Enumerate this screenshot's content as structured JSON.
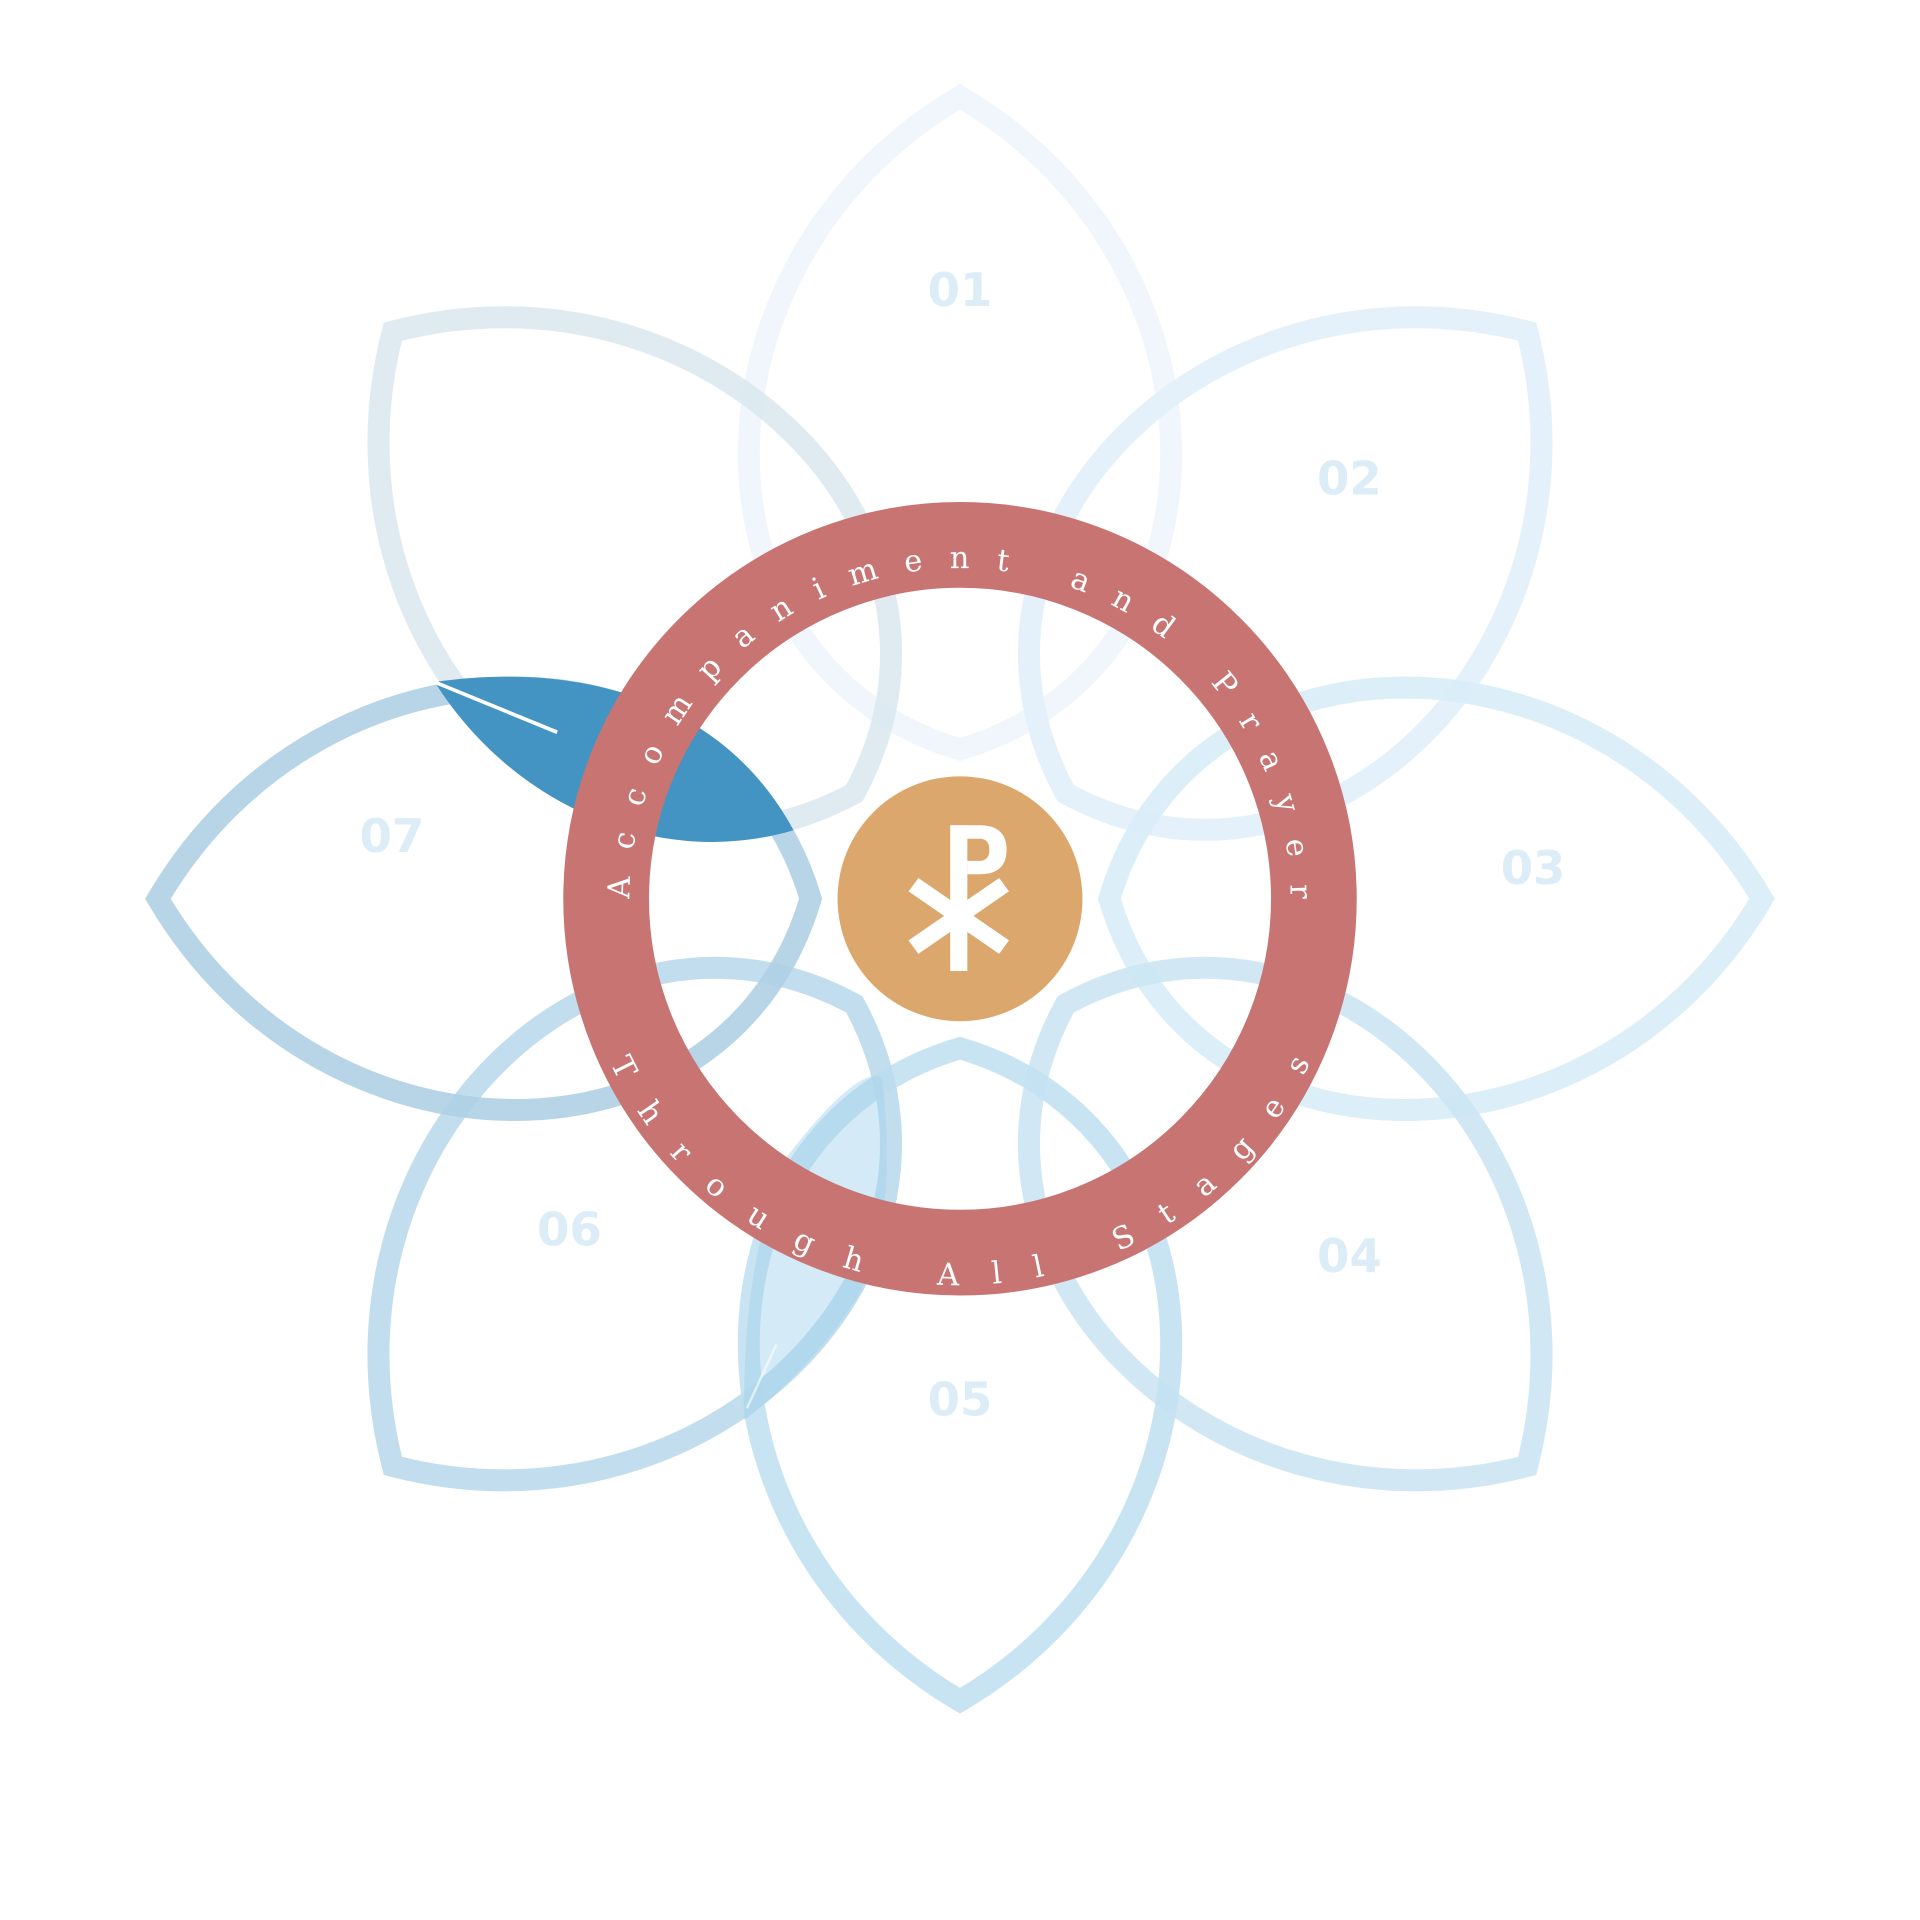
{
  "ring": {
    "top_text": "Accompaniment and Prayer",
    "bottom_text": "Through All Stages",
    "color": "#c87472"
  },
  "center": {
    "icon": "chi-rho-icon",
    "color": "#dca76c"
  },
  "petals": [
    {
      "label": "01",
      "color": "#eef5fb"
    },
    {
      "label": "02",
      "color": "#e2f0f9"
    },
    {
      "label": "03",
      "color": "#d8ecf7"
    },
    {
      "label": "04",
      "color": "#cce5f3"
    },
    {
      "label": "05",
      "color": "#c2e1f2"
    },
    {
      "label": "06",
      "color": "#bbdaec"
    },
    {
      "label": "07",
      "color": "#afd0e4"
    },
    {
      "label": "",
      "color": "#dce9f0"
    }
  ],
  "highlight_petal_color": "#4394c2"
}
